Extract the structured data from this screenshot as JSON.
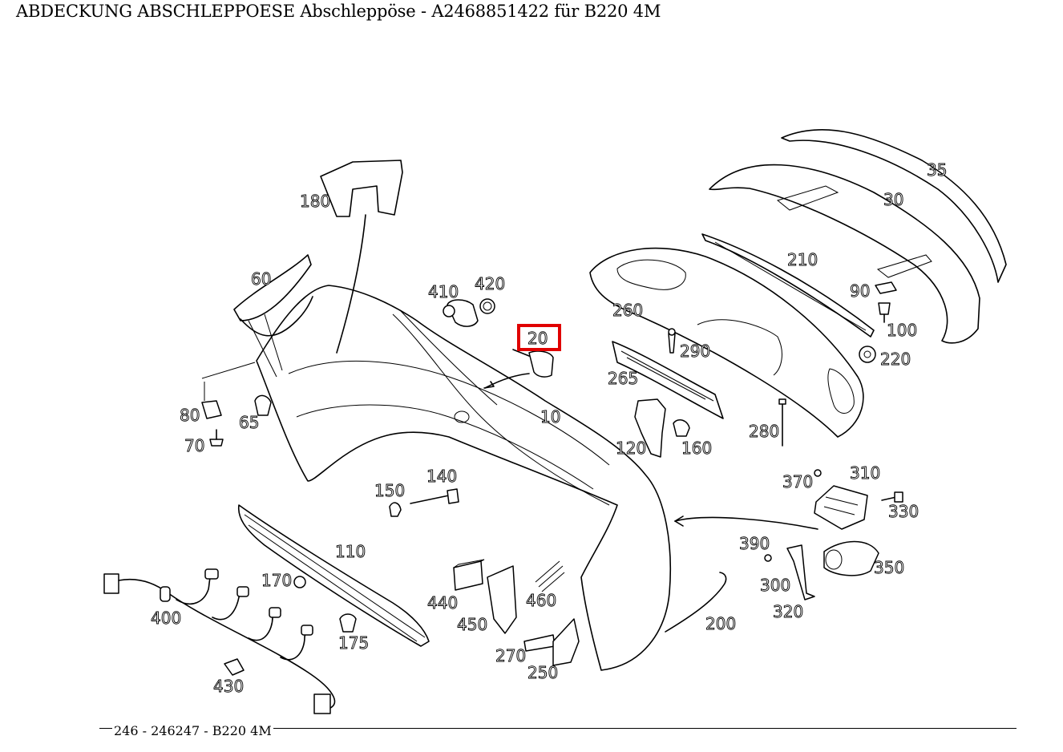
{
  "title": "ABDECKUNG ABSCHLEPPOESE Abschleppöse - A2468851422 für B220 4M",
  "footer": "246 - 246247 - B220 4M",
  "highlight": {
    "part": "20",
    "color": "#e00000"
  },
  "callouts": {
    "p10": "10",
    "p20": "20",
    "p30": "30",
    "p35": "35",
    "p60": "60",
    "p65": "65",
    "p70": "70",
    "p80": "80",
    "p90": "90",
    "p100": "100",
    "p110": "110",
    "p120": "120",
    "p140": "140",
    "p150": "150",
    "p160": "160",
    "p170": "170",
    "p175": "175",
    "p180": "180",
    "p200": "200",
    "p210": "210",
    "p220": "220",
    "p250": "250",
    "p260": "260",
    "p265": "265",
    "p270": "270",
    "p280": "280",
    "p290": "290",
    "p300": "300",
    "p310": "310",
    "p320": "320",
    "p330": "330",
    "p350": "350",
    "p370": "370",
    "p390": "390",
    "p400": "400",
    "p410": "410",
    "p420": "420",
    "p430": "430",
    "p440": "440",
    "p450": "450",
    "p460": "460"
  }
}
